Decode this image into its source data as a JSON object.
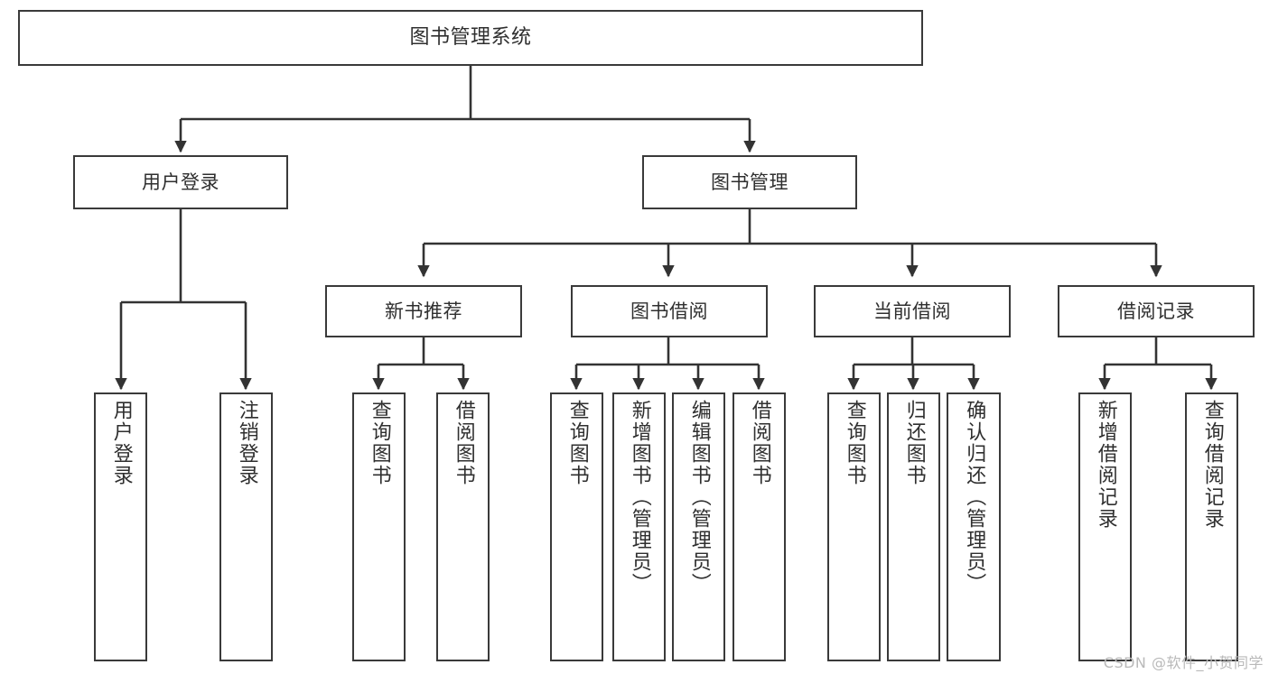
{
  "diagram": {
    "title": "图书管理系统",
    "type": "tree-hierarchy",
    "colors": {
      "box_border": "#3a3a3a",
      "box_fill": "#ffffff",
      "edge": "#333333",
      "text": "#2f2f2f",
      "watermark": "#b9b9b9",
      "background": "#ffffff"
    },
    "root": {
      "label": "图书管理系统"
    },
    "level2": [
      {
        "label": "用户登录"
      },
      {
        "label": "图书管理"
      }
    ],
    "level3": [
      {
        "label": "新书推荐"
      },
      {
        "label": "图书借阅"
      },
      {
        "label": "当前借阅"
      },
      {
        "label": "借阅记录"
      }
    ],
    "leaves": {
      "user_login": [
        {
          "label": "用户登录"
        },
        {
          "label": "注销登录"
        }
      ],
      "new_book_recommend": [
        {
          "label": "查询图书"
        },
        {
          "label": "借阅图书"
        }
      ],
      "book_borrow": [
        {
          "label": "查询图书"
        },
        {
          "label": "新增图书（管理员）"
        },
        {
          "label": "编辑图书（管理员）"
        },
        {
          "label": "借阅图书"
        }
      ],
      "current_borrow": [
        {
          "label": "查询图书"
        },
        {
          "label": "归还图书"
        },
        {
          "label": "确认归还（管理员）"
        }
      ],
      "borrow_record": [
        {
          "label": "新增借阅记录"
        },
        {
          "label": "查询借阅记录"
        }
      ]
    }
  },
  "watermark": {
    "text": "CSDN @软件_小贺同学"
  }
}
